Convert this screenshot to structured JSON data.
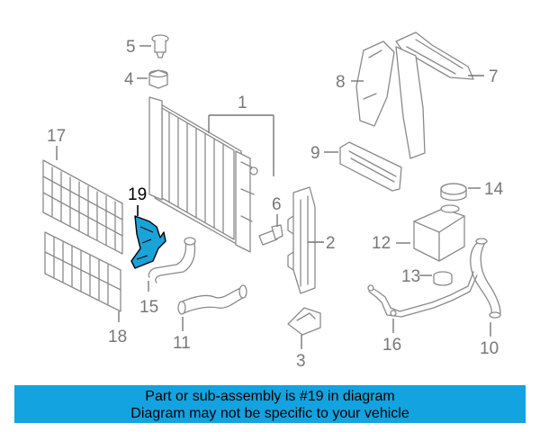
{
  "callouts": {
    "c1": "1",
    "c2": "2",
    "c3": "3",
    "c4": "4",
    "c5": "5",
    "c6": "6",
    "c7": "7",
    "c8": "8",
    "c9": "9",
    "c10": "10",
    "c11": "11",
    "c12": "12",
    "c13": "13",
    "c14": "14",
    "c15": "15",
    "c16": "16",
    "c17": "17",
    "c18": "18",
    "c19": "19"
  },
  "highlighted_part": "19",
  "colors": {
    "highlight": "#1aa3d9",
    "banner": "#12a3e0",
    "line_art": "#8a8a8a"
  },
  "banner": {
    "line1": "Part or sub-assembly is #19 in diagram",
    "line2": "Diagram may not be specific to your vehicle"
  }
}
